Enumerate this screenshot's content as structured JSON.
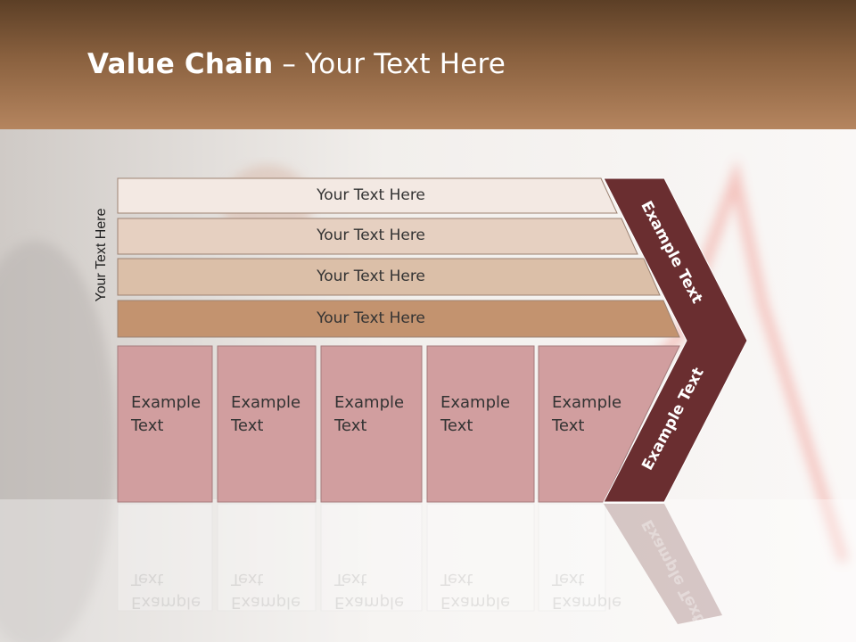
{
  "slide": {
    "title_bold": "Value Chain",
    "title_rest": " – Your Text Here"
  },
  "side_label": "Your Text Here",
  "rows": [
    {
      "label": "Your Text Here",
      "color": "#f3e9e3"
    },
    {
      "label": "Your Text Here",
      "color": "#e6d0c1"
    },
    {
      "label": "Your Text Here",
      "color": "#dbbfa8"
    },
    {
      "label": "Your Text Here",
      "color": "#c3936f"
    }
  ],
  "cells": [
    {
      "line1": "Example",
      "line2": "Text"
    },
    {
      "line1": "Example",
      "line2": "Text"
    },
    {
      "line1": "Example",
      "line2": "Text"
    },
    {
      "line1": "Example",
      "line2": "Text"
    },
    {
      "line1": "Example",
      "line2": "Text"
    }
  ],
  "chevron_top_label": "Example Text",
  "chevron_bottom_label": "Example Text",
  "colors": {
    "cell_fill": "#d19e9f",
    "chevron_fill": "#6a2e30",
    "header_accent": "#8a613f"
  }
}
